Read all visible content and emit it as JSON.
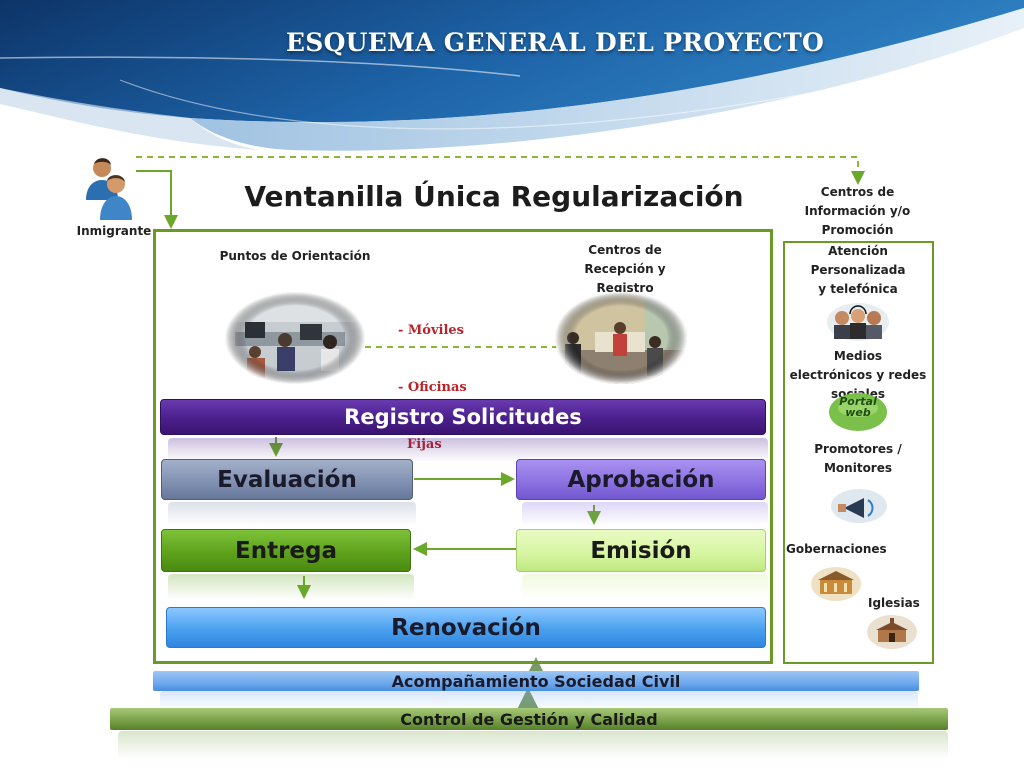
{
  "slide": {
    "title": "ESQUEMA GENERAL DEL PROYECTO"
  },
  "diagram": {
    "title": "Ventanilla Única Regularización",
    "actor_label": "Inmigrante",
    "left_point_label": "Puntos de Orientación",
    "right_point_label": "Centros de\nRecepción y\nRegistro",
    "bullets": [
      "- Móviles",
      "- Oficinas",
      "  Fijas"
    ],
    "steps": {
      "registro": "Registro Solicitudes",
      "evaluacion": "Evaluación",
      "aprobacion": "Aprobación",
      "entrega": "Entrega",
      "emision": "Emisión",
      "renovacion": "Renovación"
    },
    "bottom_bars": {
      "sociedad": "Acompañamiento Sociedad Civil",
      "control": "Control de Gestión y Calidad"
    }
  },
  "side_panel": {
    "header": "Centros de\nInformación y/o\nPromoción",
    "items": [
      "Atención\nPersonalizada\ny telefónica",
      "Medios\nelectrónicos y redes\nsociales",
      "Promotores /\nMonitores",
      "Gobernaciones",
      "Iglesias"
    ],
    "portal_text": "Portal\nweb"
  },
  "colors": {
    "registro": "#4a1f8c",
    "evaluacion": "#7f8fb0",
    "aprobacion": "#8a6fe0",
    "entrega": "#5fa21c",
    "emision": "#d6f5a0",
    "renovacion": "#4aa0ee",
    "sociedad": "#6ea8ec",
    "control": "#7aa24a",
    "frame": "#6a9a25"
  }
}
